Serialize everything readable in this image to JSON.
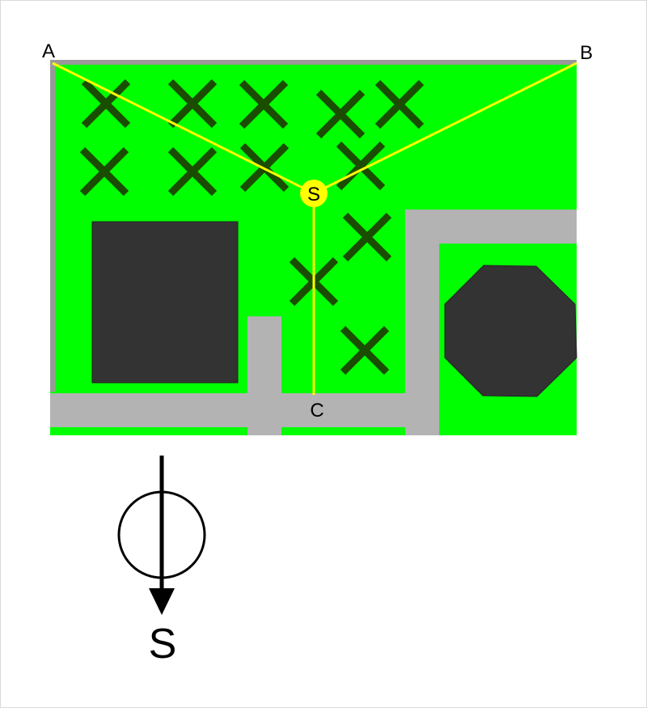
{
  "points": {
    "a": "A",
    "b": "B",
    "c": "C",
    "s": "S"
  },
  "compass": {
    "label": "S"
  },
  "colors": {
    "grass": "#00ff00",
    "path": "#b3b3b3",
    "wall": "#999999",
    "building": "#333333",
    "tree": "#1a4d00",
    "line": "#ffff00"
  },
  "trees_count": 12
}
